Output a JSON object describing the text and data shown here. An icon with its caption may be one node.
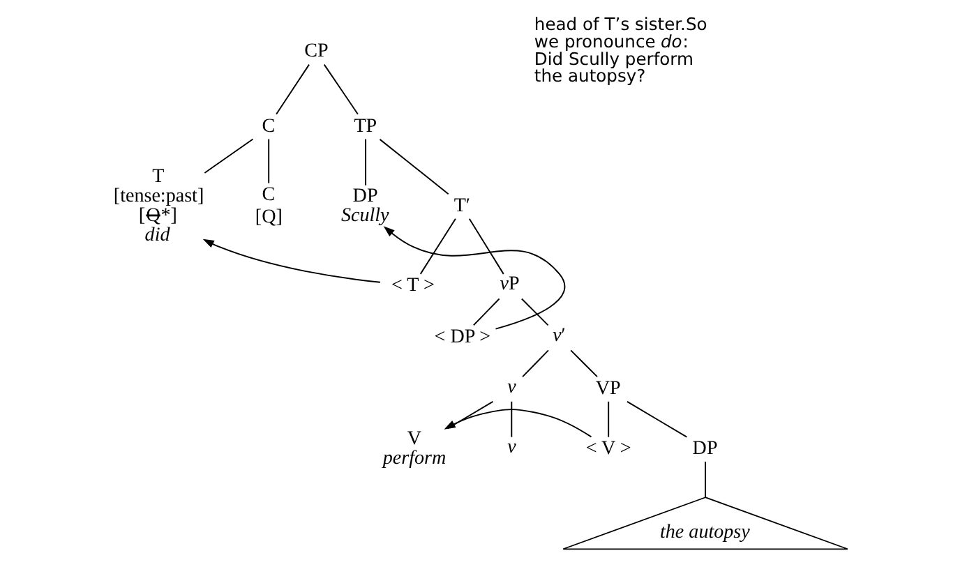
{
  "diagram": {
    "nodes": [
      {
        "text": [
          "CP"
        ]
      },
      {
        "text": [
          "C"
        ]
      },
      {
        "text": [
          "TP"
        ]
      },
      {
        "text": [
          "T",
          "[tense:past]",
          "[Q*]",
          "did"
        ]
      },
      {
        "text": [
          "C",
          "[Q]"
        ]
      },
      {
        "text": [
          "DP",
          "Scully"
        ]
      },
      {
        "text": [
          "T′"
        ]
      },
      {
        "text": [
          "< T >"
        ]
      },
      {
        "text": [
          "vP"
        ]
      },
      {
        "text": [
          "< DP >"
        ]
      },
      {
        "text": [
          "v′"
        ]
      },
      {
        "text": [
          "v"
        ]
      },
      {
        "text": [
          "VP"
        ]
      },
      {
        "text": [
          "V",
          "perform"
        ]
      },
      {
        "text": [
          "v"
        ]
      },
      {
        "text": [
          "< V >"
        ]
      },
      {
        "text": [
          "DP"
        ]
      },
      {
        "text": [
          "the autopsy"
        ]
      }
    ],
    "edges": [
      {
        "from": 0,
        "to": 1,
        "arrow": "none"
      },
      {
        "from": 0,
        "to": 2,
        "arrow": "none"
      },
      {
        "from": 1,
        "to": 3,
        "arrow": "none"
      },
      {
        "from": 1,
        "to": 4,
        "arrow": "none"
      },
      {
        "from": 2,
        "to": 5,
        "arrow": "none"
      },
      {
        "from": 2,
        "to": 6,
        "arrow": "none"
      },
      {
        "from": 6,
        "to": 7,
        "arrow": "none"
      },
      {
        "from": 6,
        "to": 8,
        "arrow": "none"
      },
      {
        "from": 8,
        "to": 9,
        "arrow": "none"
      },
      {
        "from": 8,
        "to": 10,
        "arrow": "none"
      },
      {
        "from": 10,
        "to": 11,
        "arrow": "none"
      },
      {
        "from": 10,
        "to": 12,
        "arrow": "none"
      },
      {
        "from": 11,
        "to": 13,
        "arrow": "none"
      },
      {
        "from": 11,
        "to": 14,
        "arrow": "none"
      },
      {
        "from": 12,
        "to": 15,
        "arrow": "none"
      },
      {
        "from": 12,
        "to": 16,
        "arrow": "none"
      },
      {
        "from": 16,
        "to": 17,
        "arrow": "none"
      },
      {
        "from": 7,
        "to": 3,
        "arrow": "to"
      },
      {
        "from": 9,
        "to": 5,
        "arrow": "to"
      },
      {
        "from": 15,
        "to": 13,
        "arrow": "to"
      }
    ],
    "labels": [
      "head of T’s sister.So we pronounce *do*: Did Scully perform the autopsy?"
    ]
  }
}
